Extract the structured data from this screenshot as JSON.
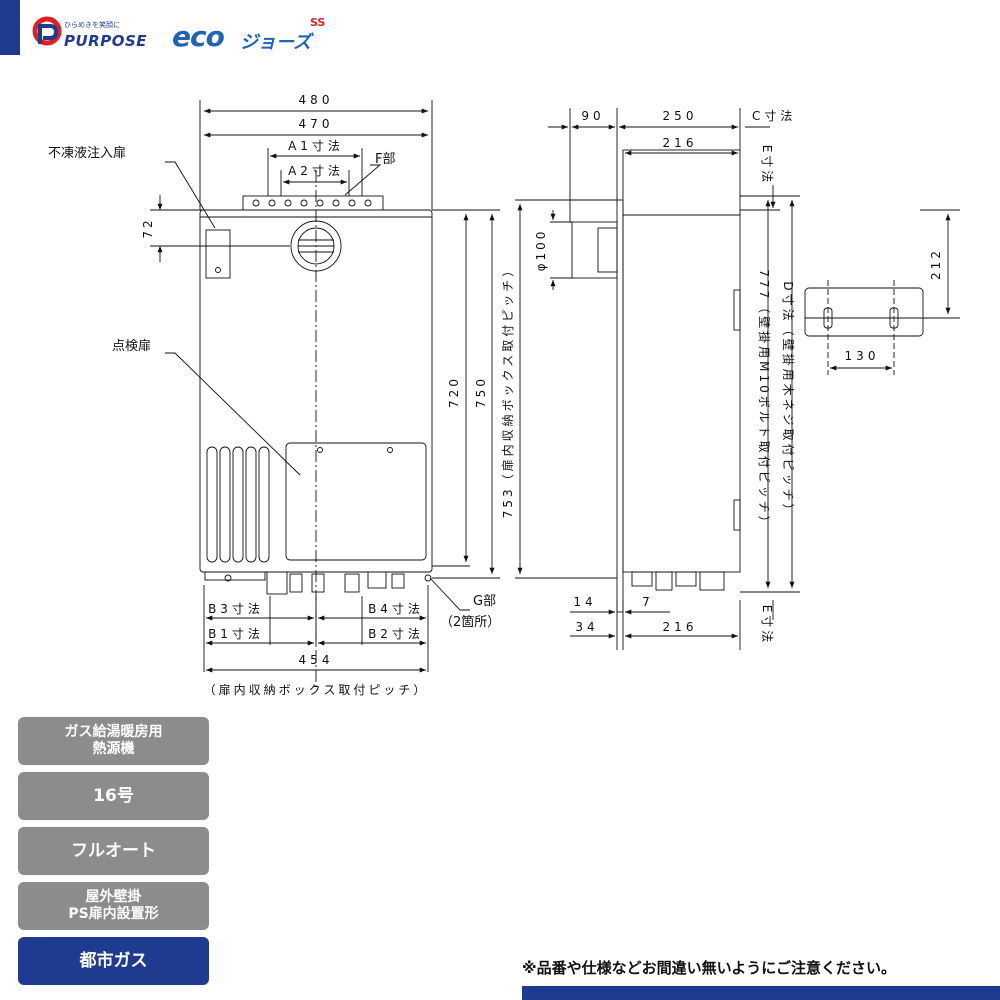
{
  "brand": {
    "name": "PURPOSE",
    "tagline": "ひらめきを笑顔に",
    "eco_logo": "eco",
    "eco_logo_suffix": "ジョーズ"
  },
  "drawing": {
    "front_view": {
      "labels": {
        "antifreeze_door": "不凍液注入扉",
        "inspection_door": "点検扉",
        "f_part": "F部",
        "g_part": "G部",
        "g_part_note": "（2箇所）",
        "pitch_note": "（扉内収納ボックス取付ピッチ）"
      },
      "dims": {
        "width_480": "480",
        "width_470": "470",
        "a1": "A1寸法",
        "a2": "A2寸法",
        "height_72": "72",
        "height_720": "720",
        "height_750": "750",
        "b3": "B3寸法",
        "b4": "B4寸法",
        "b1": "B1寸法",
        "b2": "B2寸法",
        "width_454": "454"
      }
    },
    "side_view": {
      "dims": {
        "d90": "90",
        "d250": "250",
        "c": "C寸法",
        "d216_top": "216",
        "e_top": "E寸法",
        "phi100": "φ100",
        "height_753": "753（扉内収納ボックス取付ピッチ）",
        "height_777": "777（壁掛用M10ボルト取付ピッチ）",
        "d_dim": "D寸法（壁掛用木ネジ取付ピッチ）",
        "d14": "14",
        "d7": "7",
        "d34": "34",
        "d216_bottom": "216",
        "e_bottom": "E寸法"
      }
    },
    "bracket_view": {
      "dims": {
        "h212": "212",
        "w130": "130"
      }
    }
  },
  "spec_badges": [
    {
      "label": "ガス給湯暖房用\n熱源機",
      "active": false
    },
    {
      "label": "16号",
      "active": false
    },
    {
      "label": "フルオート",
      "active": false
    },
    {
      "label": "屋外壁掛\nPS扉内設置形",
      "active": false
    },
    {
      "label": "都市ガス",
      "active": true
    }
  ],
  "notice": "※品番や仕様などお間違い無いようにご注意ください。",
  "colors": {
    "brand_navy": "#1f3b8f",
    "badge_gray": "#8c8c8c",
    "eco_blue": "#1f64b8",
    "flame_red": "#e02020"
  }
}
